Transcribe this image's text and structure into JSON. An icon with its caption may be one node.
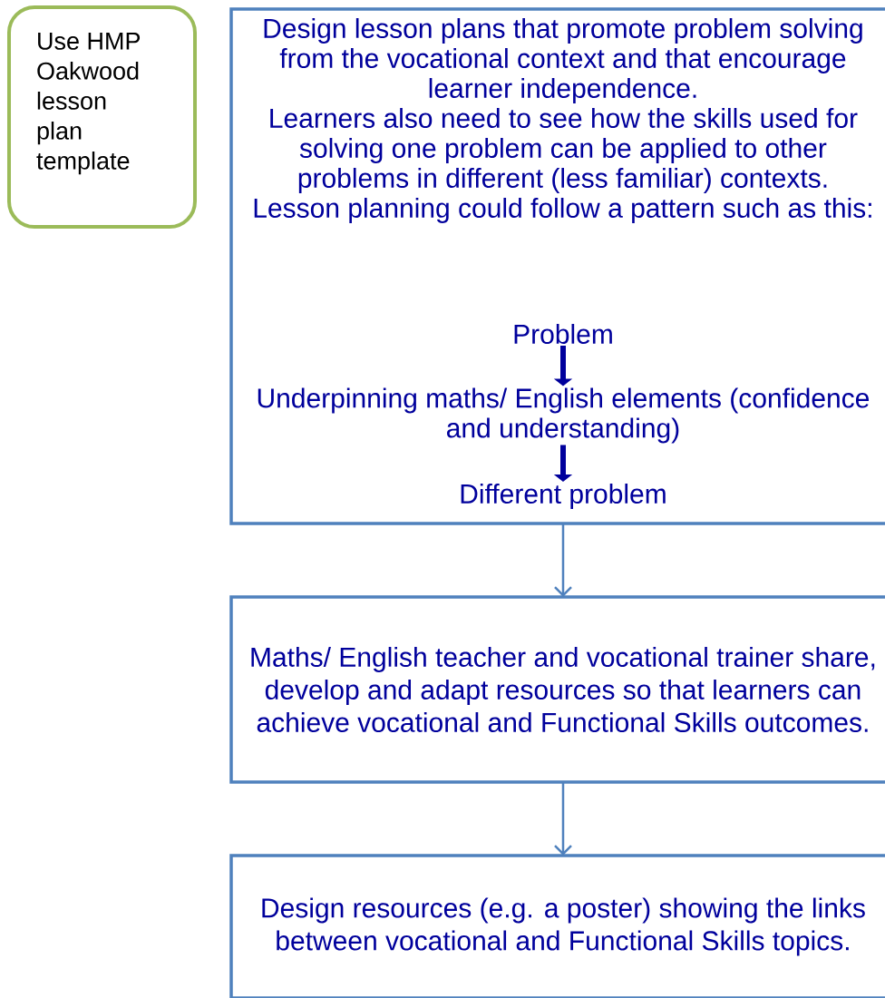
{
  "diagram": {
    "nodes": [
      {
        "text": [
          "Use HMP Oakwood lesson plan template"
        ]
      },
      {
        "text": [
          "Design lesson plans that promote problem solving from the vocational context and that encourage learner independence.",
          "Learners also need to see how the skills used for solving one problem can be applied to other problems in different (less familiar) contexts.",
          "Lesson planning could follow a pattern such as this:"
        ]
      },
      {
        "text": [
          "Problem"
        ],
        "in": 1
      },
      {
        "text": [
          "Underpinning maths/ English elements (confidence and understanding)"
        ],
        "in": 1
      },
      {
        "text": [
          "Different problem"
        ],
        "in": 1
      },
      {
        "text": [
          "Maths/ English teacher and vocational trainer share, develop and adapt resources so that learners can achieve vocational and Functional Skills outcomes."
        ]
      },
      {
        "text": [
          "Design resources (e.g. a poster) showing the links between vocational and Functional Skills topics."
        ]
      }
    ],
    "edges": [
      {
        "from": 2,
        "to": 3,
        "arrow": "to",
        "style": "thick",
        "color": "#00009c"
      },
      {
        "from": 3,
        "to": 4,
        "arrow": "to",
        "style": "thick",
        "color": "#00009c"
      },
      {
        "from": 1,
        "to": 5,
        "arrow": "to",
        "color": "#4f81bd"
      },
      {
        "from": 5,
        "to": 6,
        "arrow": "to",
        "color": "#4f81bd"
      }
    ]
  }
}
